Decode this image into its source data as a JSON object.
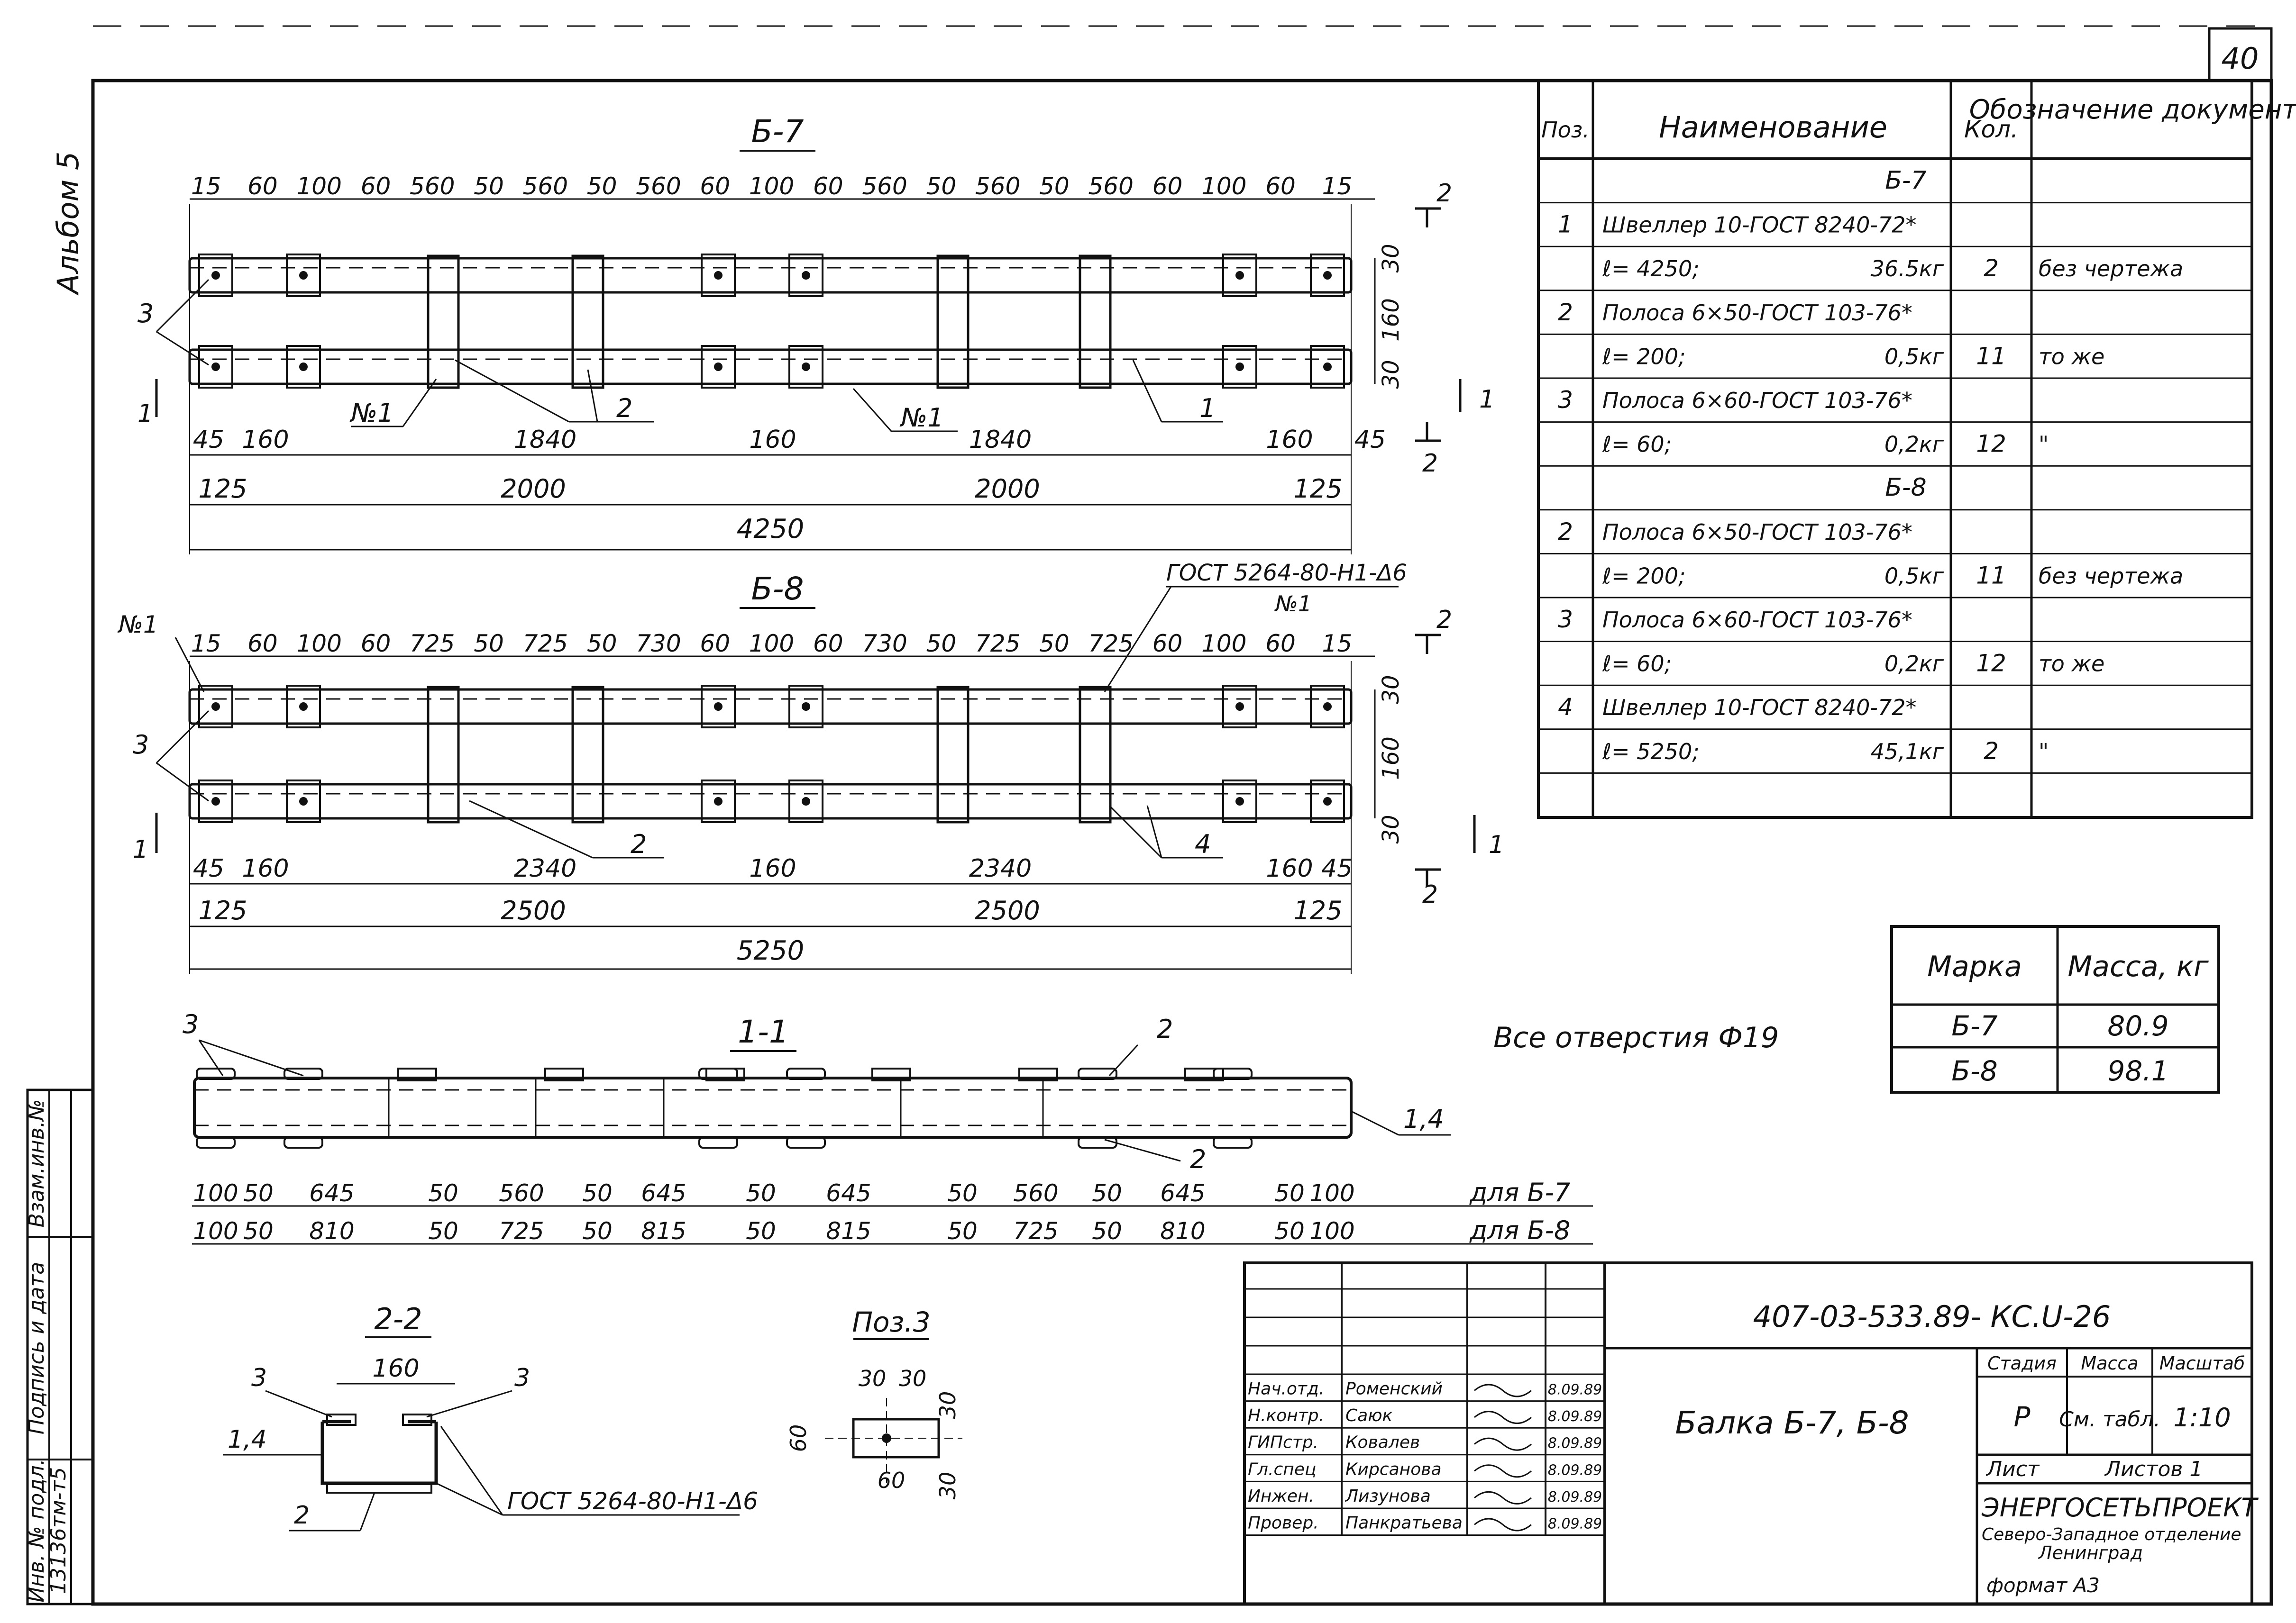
{
  "sheet": {
    "page_number": "40",
    "album": "Альбом 5",
    "holes_note": "Все отверстия Ф19",
    "format": "формат А3"
  },
  "views": {
    "b7": {
      "title": "Б-7",
      "top_dims": [
        "15",
        "60",
        "100",
        "60",
        "560",
        "50",
        "560",
        "50",
        "560",
        "60",
        "100",
        "60",
        "560",
        "50",
        "560",
        "50",
        "560",
        "60",
        "100",
        "60",
        "15"
      ],
      "mid_dims": [
        "45",
        "160",
        "1840",
        "160",
        "1840",
        "160",
        "45"
      ],
      "dims_125": [
        "125",
        "2000",
        "2000",
        "125"
      ],
      "total": "4250",
      "side_dims": [
        "30",
        "160",
        "30"
      ],
      "section_mark_top": "2",
      "section_mark_bottom": "2",
      "cut_mark": "1",
      "callouts": {
        "three": "3",
        "n1_left": "№1",
        "n1_mid": "№1",
        "two": "2",
        "one": "1"
      }
    },
    "b8": {
      "title": "Б-8",
      "gost": "ГОСТ 5264-80-Н1-Δ6",
      "gost_sub": "№1",
      "top_dims": [
        "15",
        "60",
        "100",
        "60",
        "725",
        "50",
        "725",
        "50",
        "730",
        "60",
        "100",
        "60",
        "730",
        "50",
        "725",
        "50",
        "725",
        "60",
        "100",
        "60",
        "15"
      ],
      "mid_dims": [
        "45",
        "160",
        "2340",
        "160",
        "2340",
        "160",
        "45"
      ],
      "dims_125": [
        "125",
        "2500",
        "2500",
        "125"
      ],
      "total": "5250",
      "side_dims": [
        "30",
        "160",
        "30"
      ],
      "section_mark": "2",
      "cut_mark": "1",
      "callouts": {
        "n1": "№1",
        "three": "3",
        "two": "2",
        "four": "4"
      }
    },
    "s11": {
      "title": "1-1",
      "callouts": {
        "three": "3",
        "two_top": "2",
        "two_bottom": "2",
        "one_four": "1,4"
      },
      "row_b7": [
        "100",
        "50",
        "645",
        "50",
        "560",
        "50",
        "645",
        "50",
        "645",
        "50",
        "560",
        "50",
        "645",
        "50",
        "100"
      ],
      "row_b8": [
        "100",
        "50",
        "810",
        "50",
        "725",
        "50",
        "815",
        "50",
        "815",
        "50",
        "725",
        "50",
        "810",
        "50",
        "100"
      ],
      "label_b7": "для Б-7",
      "label_b8": "для Б-8"
    },
    "s22": {
      "title": "2-2",
      "width": "160",
      "callouts": {
        "three_l": "3",
        "three_r": "3",
        "one_four": "1,4",
        "two": "2"
      },
      "gost": "ГОСТ 5264-80-Н1-Δ6"
    },
    "pos3": {
      "title": "Поз.3",
      "dims": [
        "30",
        "30",
        "30",
        "60",
        "60",
        "30"
      ]
    }
  },
  "spec_table": {
    "headers": [
      "Поз.",
      "Наименование",
      "Кол.",
      "Обозначение документа"
    ],
    "rows": [
      {
        "pos": "",
        "name": "Б-7",
        "qty": "",
        "doc": "",
        "group": true
      },
      {
        "pos": "1",
        "name": "Швеллер 10-ГОСТ 8240-72*",
        "qty": "",
        "doc": ""
      },
      {
        "pos": "",
        "name": "ℓ= 4250;",
        "mass": "36.5кг",
        "qty": "2",
        "doc": "без чертежа"
      },
      {
        "pos": "2",
        "name": "Полоса 6×50-ГОСТ 103-76*",
        "qty": "",
        "doc": ""
      },
      {
        "pos": "",
        "name": "ℓ= 200;",
        "mass": "0,5кг",
        "qty": "11",
        "doc": "то же"
      },
      {
        "pos": "3",
        "name": "Полоса 6×60-ГОСТ 103-76*",
        "qty": "",
        "doc": ""
      },
      {
        "pos": "",
        "name": "ℓ= 60;",
        "mass": "0,2кг",
        "qty": "12",
        "doc": "\""
      },
      {
        "pos": "",
        "name": "Б-8",
        "qty": "",
        "doc": "",
        "group": true
      },
      {
        "pos": "2",
        "name": "Полоса 6×50-ГОСТ 103-76*",
        "qty": "",
        "doc": ""
      },
      {
        "pos": "",
        "name": "ℓ= 200;",
        "mass": "0,5кг",
        "qty": "11",
        "doc": "без чертежа"
      },
      {
        "pos": "3",
        "name": "Полоса 6×60-ГОСТ 103-76*",
        "qty": "",
        "doc": ""
      },
      {
        "pos": "",
        "name": "ℓ= 60;",
        "mass": "0,2кг",
        "qty": "12",
        "doc": "то же"
      },
      {
        "pos": "4",
        "name": "Швеллер 10-ГОСТ 8240-72*",
        "qty": "",
        "doc": ""
      },
      {
        "pos": "",
        "name": "ℓ= 5250;",
        "mass": "45,1кг",
        "qty": "2",
        "doc": "\""
      },
      {
        "pos": "",
        "name": "",
        "qty": "",
        "doc": ""
      }
    ]
  },
  "mass_table": {
    "headers": [
      "Марка",
      "Масса, кг"
    ],
    "rows": [
      [
        "Б-7",
        "80.9"
      ],
      [
        "Б-8",
        "98.1"
      ]
    ]
  },
  "title_block": {
    "code": "407-03-533.89- КС.U-26",
    "name": "Балка Б-7, Б-8",
    "stage_header": "Стадия",
    "mass_header": "Масса",
    "scale_header": "Масштаб",
    "stage": "Р",
    "mass": "См. табл.",
    "scale": "1:10",
    "sheet_label": "Лист",
    "sheets_label": "Листов 1",
    "org1": "ЭНЕРГОСЕТЬПРОЕКТ",
    "org2": "Северо-Западное отделение",
    "org3": "Ленинград",
    "people": [
      {
        "role": "Нач.отд.",
        "name": "Роменский",
        "date": "8.09.89"
      },
      {
        "role": "Н.контр.",
        "name": "Саюк",
        "date": "8.09.89"
      },
      {
        "role": "ГИПстр.",
        "name": "Ковалев",
        "date": "8.09.89"
      },
      {
        "role": "Гл.спец",
        "name": "Кирсанова",
        "date": "8.09.89"
      },
      {
        "role": "Инжен.",
        "name": "Лизунова",
        "date": "8.09.89"
      },
      {
        "role": "Провер.",
        "name": "Панкратьева",
        "date": "8.09.89"
      }
    ]
  },
  "left_strip": {
    "inv_label": "Инв. № подл.",
    "inv_value": "13136тм-т5",
    "sign_label": "Подпись и дата",
    "exch_label": "Взам.инв.№"
  }
}
